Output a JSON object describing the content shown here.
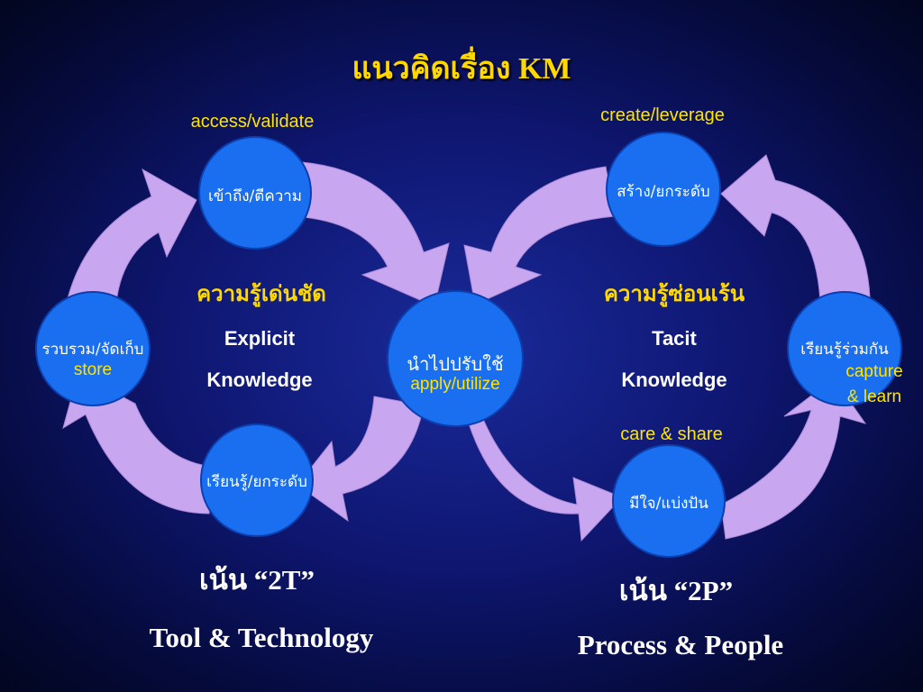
{
  "title": "แนวคิดเรื่อง KM",
  "colors": {
    "arrow": "#c9a6f0",
    "node": "#1a6ff0",
    "node_edge": "#0b3fb0",
    "accent": "#ffe400"
  },
  "left": {
    "heading_thai": "ความรู้เด่นชัด",
    "heading_en_1": "Explicit",
    "heading_en_2": "Knowledge",
    "emphasis": "เน้น “2T”",
    "emphasis_sub": "Tool & Technology"
  },
  "right": {
    "heading_thai": "ความรู้ซ่อนเร้น",
    "heading_en_1": "Tacit",
    "heading_en_2": "Knowledge",
    "emphasis": "เน้น “2P”",
    "emphasis_sub": "Process & People"
  },
  "nodes": {
    "access": {
      "label": "เข้าถึง/ตีความ",
      "caption": "access/validate"
    },
    "store": {
      "label": "รวบรวม/จัดเก็บ",
      "caption": "store"
    },
    "learn_left": {
      "label": "เรียนรู้/ยกระดับ"
    },
    "apply": {
      "label": "นำไปปรับใช้",
      "caption": "apply/utilize"
    },
    "create": {
      "label": "สร้าง/ยกระดับ",
      "caption": "create/leverage"
    },
    "capture": {
      "label": "เรียนรู้ร่วมกัน",
      "caption_1": "capture",
      "caption_2": "& learn"
    },
    "share": {
      "label": "มีใจ/แบ่งปัน",
      "caption": "care & share"
    }
  }
}
